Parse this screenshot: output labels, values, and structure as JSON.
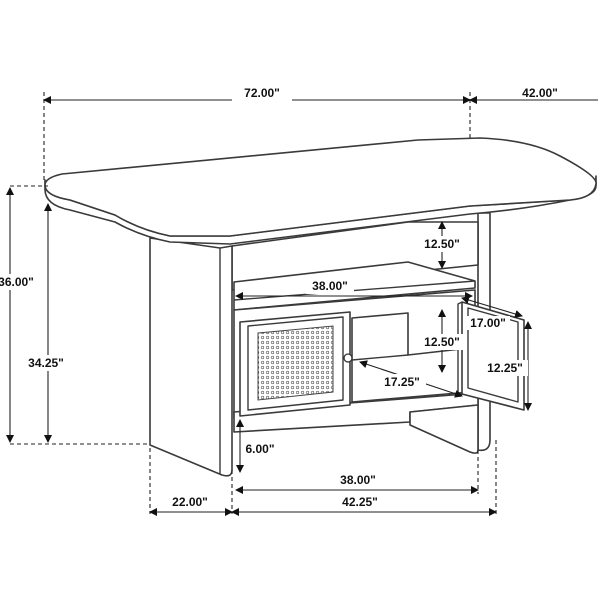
{
  "dimensions": {
    "table_length": "72.00\"",
    "table_width": "42.00\"",
    "total_height": "36.00\"",
    "base_height": "34.25\"",
    "shelf_clearance_top": "12.50\"",
    "shelf_width": "38.00\"",
    "cabinet_height": "12.50\"",
    "door_width": "17.00\"",
    "door_height": "12.25\"",
    "cabinet_depth": "17.25\"",
    "floor_clearance": "6.00\"",
    "base_inner_width": "38.00\"",
    "base_width": "42.25\"",
    "base_depth": "22.00\""
  },
  "colors": {
    "line": "#3a3a3a",
    "text": "#111111",
    "background": "#ffffff"
  },
  "icons": {
    "arrow": "arrowhead",
    "knob": "door-knob-icon"
  }
}
